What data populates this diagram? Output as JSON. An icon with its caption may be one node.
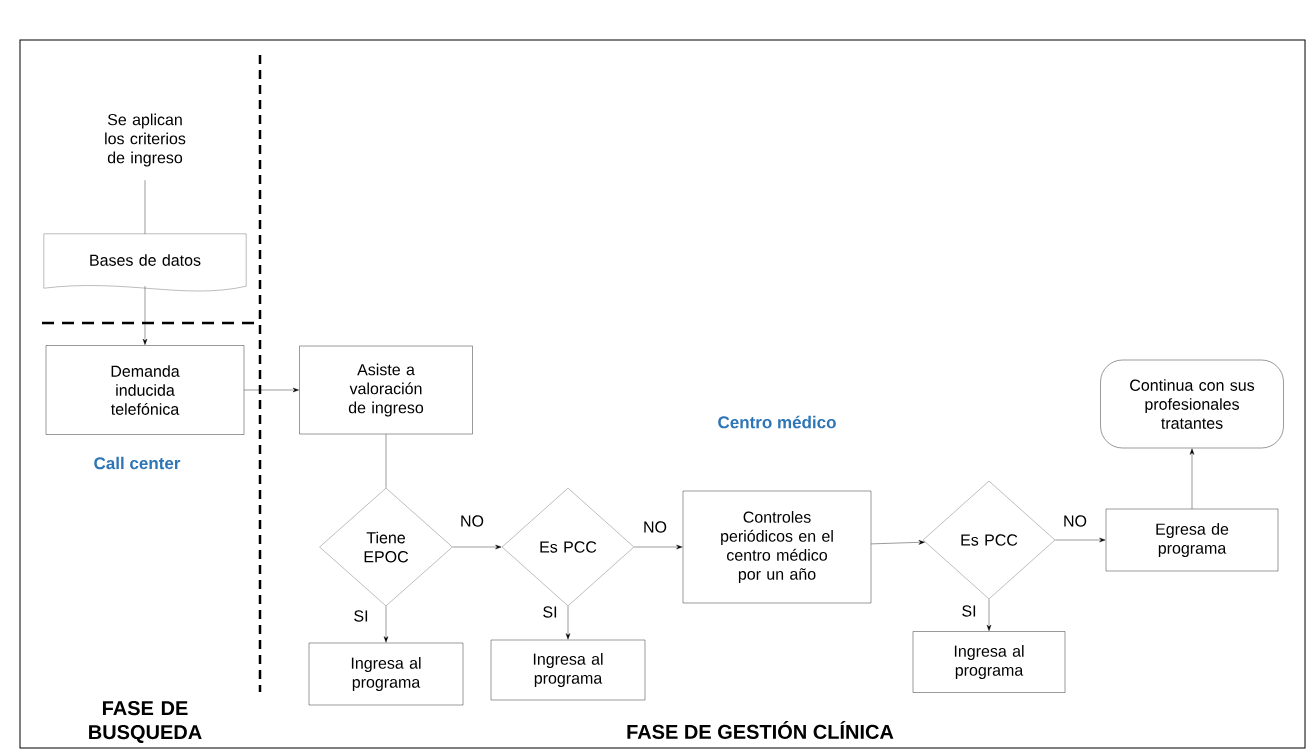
{
  "diagram": {
    "nodes": [
      {
        "text": [
          "Se aplican los criterios de ingreso"
        ]
      },
      {
        "text": [
          "Bases de datos"
        ]
      },
      {
        "text": [
          "Demanda inducida telefónica"
        ]
      },
      {
        "text": [
          "Asiste a valoración de ingreso"
        ]
      },
      {
        "text": [
          "Tiene EPOC"
        ]
      },
      {
        "text": [
          "Ingresa al programa"
        ]
      },
      {
        "text": [
          "Es PCC"
        ]
      },
      {
        "text": [
          "Ingresa al programa"
        ]
      },
      {
        "text": [
          "Controles periódicos en el centro médico por un año"
        ]
      },
      {
        "text": [
          "Es PCC"
        ]
      },
      {
        "text": [
          "Ingresa al programa"
        ]
      },
      {
        "text": [
          "Egresa de programa"
        ]
      },
      {
        "text": [
          "Continua con sus profesionales tratantes"
        ]
      }
    ],
    "edges": [
      {
        "from": 0,
        "to": 1,
        "arrow": "none"
      },
      {
        "from": 1,
        "to": 2,
        "arrow": "to"
      },
      {
        "from": 2,
        "to": 3,
        "arrow": "to"
      },
      {
        "from": 3,
        "to": 4,
        "arrow": "none"
      },
      {
        "from": 4,
        "to": 6,
        "arrow": "to",
        "label": "NO"
      },
      {
        "from": 4,
        "to": 5,
        "arrow": "to",
        "label": "SI"
      },
      {
        "from": 6,
        "to": 8,
        "arrow": "to",
        "label": "NO"
      },
      {
        "from": 6,
        "to": 7,
        "arrow": "to",
        "label": "SI"
      },
      {
        "from": 8,
        "to": 9,
        "arrow": "to"
      },
      {
        "from": 9,
        "to": 11,
        "arrow": "to",
        "label": "NO"
      },
      {
        "from": 9,
        "to": 10,
        "arrow": "to",
        "label": "SI"
      },
      {
        "from": 11,
        "to": 12,
        "arrow": "to"
      }
    ],
    "labels": [
      "Call center",
      "Centro médico",
      "FASE DE BUSQUEDA",
      "FASE DE GESTIÓN CLÍNICA"
    ]
  }
}
